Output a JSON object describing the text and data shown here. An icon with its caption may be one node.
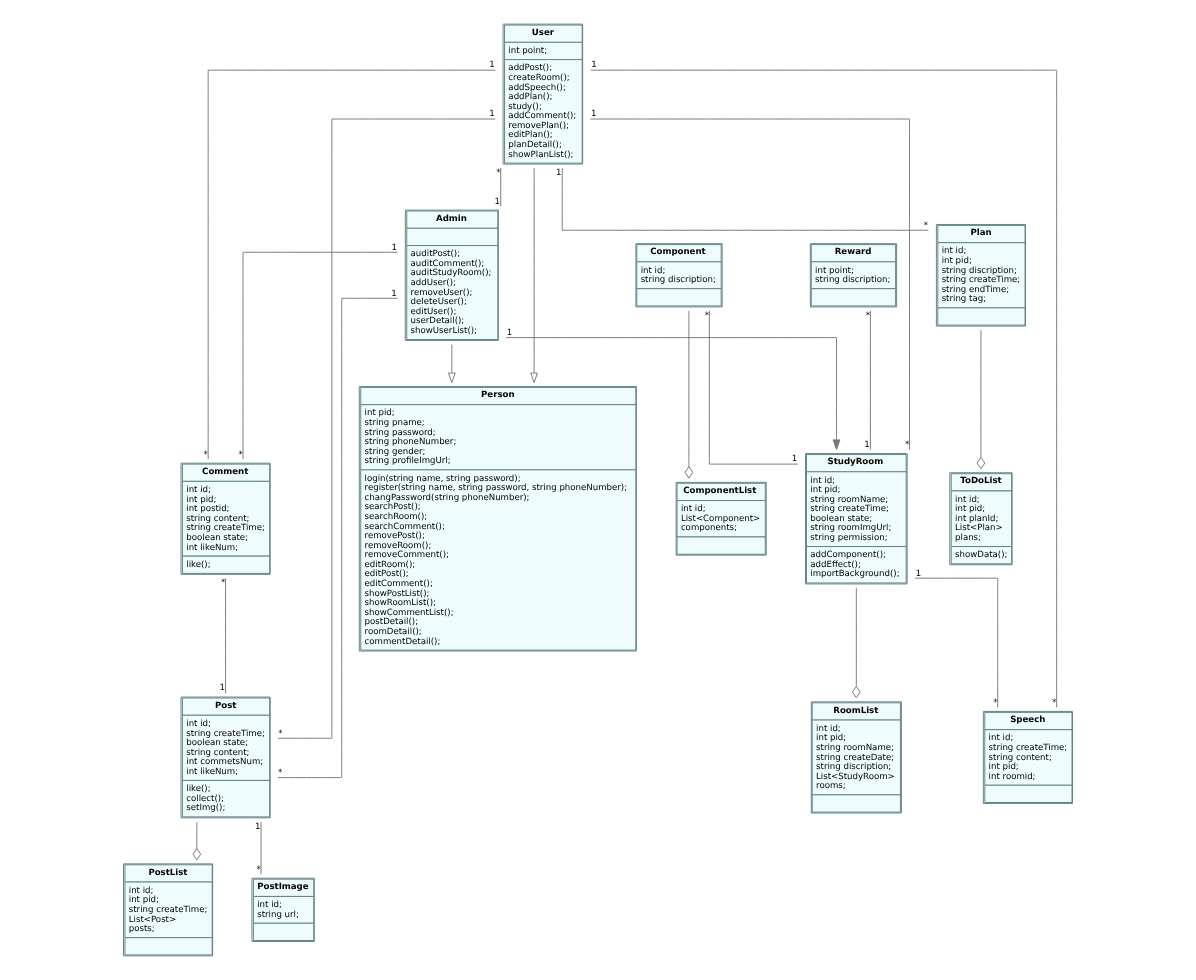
{
  "diagram": {
    "nodes": [
      {
        "text": [
          "Component",
          "int id; string discription;"
        ]
      },
      {
        "text": [
          "ComponentList",
          "int id; List<Component> components;"
        ]
      },
      {
        "text": [
          "Reward",
          "int point; string discription;"
        ]
      },
      {
        "text": [
          "StudyRoom",
          "int id; int pid; string roomName; string createTime; boolean state; string roomImgUrl; string permission;",
          "addComponent(); addEffect(); importBackground();"
        ]
      },
      {
        "text": [
          "RoomList",
          "int id; int pid; string roomName; string createDate; string discription; List<StudyRoom> rooms;"
        ]
      },
      {
        "text": [
          "User",
          "int point;",
          "addPost(); createRoom(); addSpeech(); addPlan(); study(); addComment(); removePlan(); editPlan(); planDetail(); showPlanList();"
        ]
      },
      {
        "text": [
          "Person",
          "int pid; string pname; string password; string phoneNumber; string gender; string profileImgUrl;",
          "login(string name, string password); register(string name, string password, string phoneNumber); changPassword(string phoneNumber); searchPost(); searchRoom(); searchComment(); removePost(); removeRoom(); removeComment(); editRoom(); editPost(); editComment(); showPostList(); showRoomList(); showCommentList(); postDetail(); roomDetail(); commentDetail();"
        ]
      },
      {
        "text": [
          "Speech",
          "int id; string createTime; string content; int pid; int roomid;"
        ]
      },
      {
        "text": [
          "Comment",
          "int id; int pid; int postid; string content; string createTime; boolean state; int likeNum;",
          "like();"
        ]
      },
      {
        "text": [
          "Admin",
          "auditPost(); auditComment(); auditStudyRoom(); addUser(); removeUser(); deleteUser(); editUser(); userDetail(); showUserList();"
        ]
      },
      {
        "text": [
          "Post",
          "int id; string createTime; boolean state; string content; int commetsNum; int likeNum;",
          "like(); collect(); setImg();"
        ]
      },
      {
        "text": [
          "PostList",
          "int id; int pid; string createTime; List<Post> posts;"
        ]
      },
      {
        "text": [
          "Plan",
          "int id; int pid; string discription; string createTime; string endTime; string tag;"
        ]
      },
      {
        "text": [
          "PostImage",
          "int id; string url;"
        ]
      },
      {
        "text": [
          "ToDoList",
          "int id; int pid; int planId; List<Plan> plans;",
          "showData();"
        ]
      }
    ],
    "edges": [
      {
        "from": 0,
        "to": 1,
        "arrow": "other"
      },
      {
        "from": 0,
        "to": 3,
        "arrow": "none"
      },
      {
        "from": 2,
        "to": 3,
        "arrow": "none"
      },
      {
        "from": 3,
        "to": 4,
        "arrow": "other"
      },
      {
        "from": 5,
        "to": 3,
        "arrow": "none"
      },
      {
        "from": 9,
        "to": 3,
        "arrow": "to"
      },
      {
        "from": 3,
        "to": 7,
        "arrow": "none"
      },
      {
        "from": 5,
        "to": 8,
        "arrow": "none"
      },
      {
        "from": 5,
        "to": 6,
        "arrow": "to"
      },
      {
        "from": 9,
        "to": 6,
        "arrow": "to"
      },
      {
        "from": 5,
        "to": 9,
        "arrow": "none"
      },
      {
        "from": 5,
        "to": 7,
        "arrow": "none"
      },
      {
        "from": 5,
        "to": 10,
        "arrow": "none"
      },
      {
        "from": 5,
        "to": 12,
        "arrow": "none"
      },
      {
        "from": 9,
        "to": 8,
        "arrow": "none"
      },
      {
        "from": 9,
        "to": 10,
        "arrow": "none"
      },
      {
        "from": 8,
        "to": 10,
        "arrow": "none"
      },
      {
        "from": 10,
        "to": 11,
        "arrow": "other"
      },
      {
        "from": 10,
        "to": 13,
        "arrow": "none"
      },
      {
        "from": 12,
        "to": 14,
        "arrow": "other"
      }
    ],
    "labels": [
      "*",
      "1",
      "*",
      "1",
      "1",
      "*",
      "1",
      "1",
      "*",
      "1",
      "*",
      "*",
      "1",
      "1",
      "*",
      "1",
      "*",
      "1",
      "*",
      "1",
      "*",
      "1",
      "*",
      "1",
      "*",
      "*",
      "1"
    ]
  }
}
